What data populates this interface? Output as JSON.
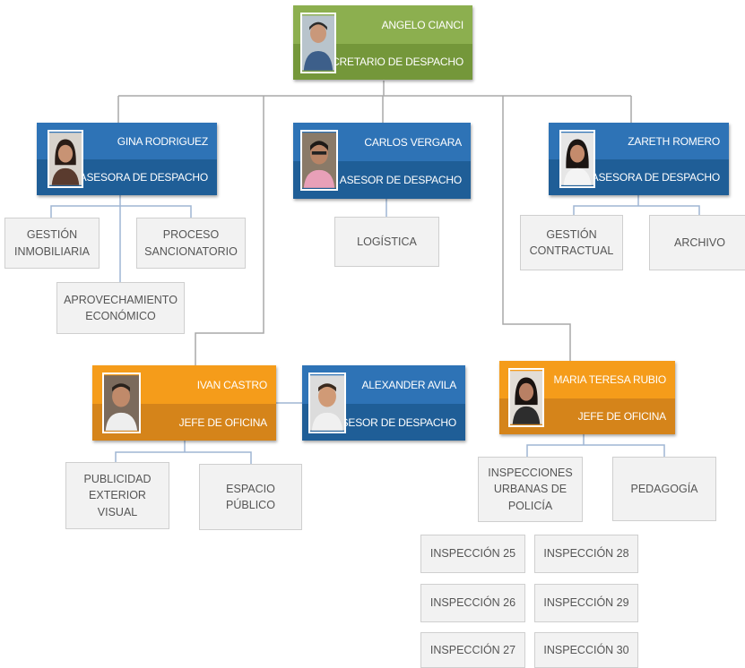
{
  "colors": {
    "green": "#8caf4f",
    "blue": "#2e73b6",
    "orange": "#f59c1a",
    "unit_box": "#f2f2f2",
    "connector": "#9fb6d4"
  },
  "nodes": {
    "secretario": {
      "name": "ANGELO CIANCI",
      "role": "SECRETARIO DE DESPACHO",
      "icon": "person-photo"
    },
    "gina": {
      "name": "GINA RODRIGUEZ",
      "role": "ASESORA DE DESPACHO",
      "icon": "person-photo"
    },
    "carlos": {
      "name": "CARLOS VERGARA",
      "role": "ASESOR DE DESPACHO",
      "icon": "person-photo"
    },
    "zareth": {
      "name": "ZARETH ROMERO",
      "role": "ASESORA DE DESPACHO",
      "icon": "person-photo"
    },
    "ivan": {
      "name": "IVAN CASTRO",
      "role": "JEFE DE OFICINA",
      "icon": "person-photo"
    },
    "alexander": {
      "name": "ALEXANDER AVILA",
      "role": "ASESOR DE DESPACHO",
      "icon": "person-photo"
    },
    "maria": {
      "name": "MARIA TERESA RUBIO",
      "role": "JEFE DE OFICINA",
      "icon": "person-photo"
    }
  },
  "units": {
    "gestion_inmobiliaria": "GESTIÓN\nINMOBILIARIA",
    "proceso_sancionatorio": "PROCESO\nSANCIONATORIO",
    "aprovechamiento": "APROVECHAMIENTO\nECONÓMICO",
    "logistica": "LOGÍSTICA",
    "gestion_contractual": "GESTIÓN\nCONTRACTUAL",
    "archivo": "ARCHIVO",
    "publicidad": "PUBLICIDAD\nEXTERIOR\nVISUAL",
    "espacio_publico": "ESPACIO\nPÚBLICO",
    "inspecciones_urbanas": "INSPECCIONES\nURBANAS DE\nPOLICÍA",
    "pedagogia": "PEDAGOGÍA",
    "insp_25": "INSPECCIÓN 25",
    "insp_26": "INSPECCIÓN 26",
    "insp_27": "INSPECCIÓN 27",
    "insp_28": "INSPECCIÓN 28",
    "insp_29": "INSPECCIÓN 29",
    "insp_30": "INSPECCIÓN 30"
  }
}
